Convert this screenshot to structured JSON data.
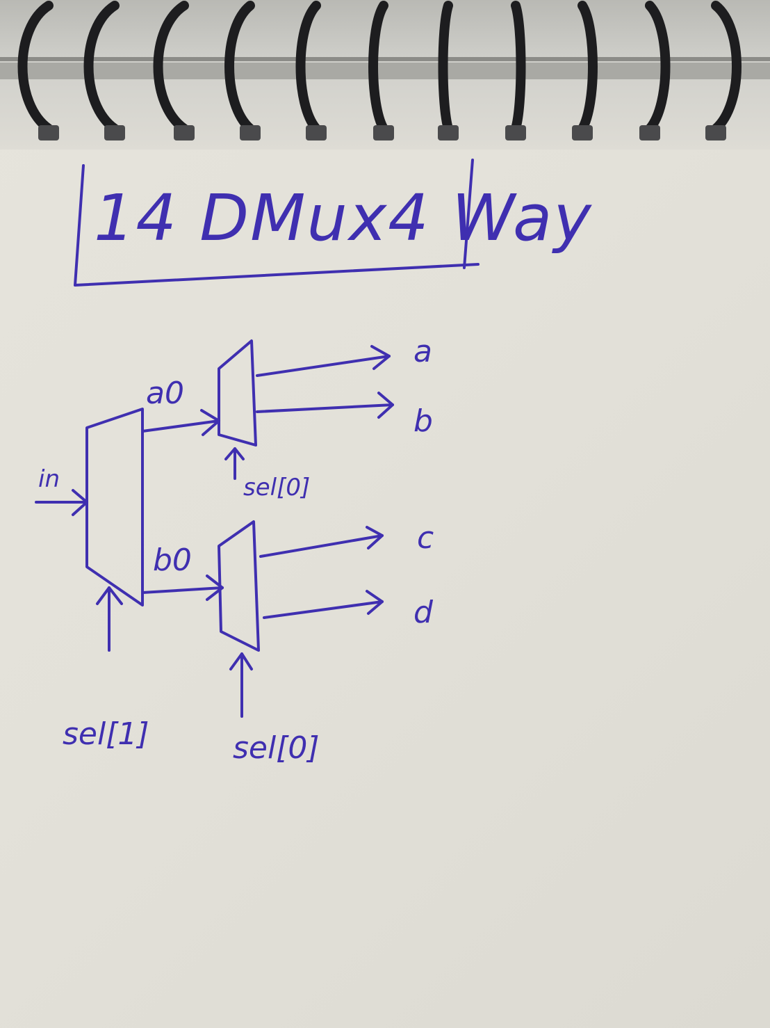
{
  "title": "14 DMux4 Way",
  "labels": {
    "input": "in",
    "wire_a0": "a0",
    "wire_b0": "b0",
    "output_a": "a",
    "output_b": "b",
    "output_c": "c",
    "output_d": "d",
    "sel_top": "sel[0]",
    "sel_first": "sel[1]",
    "sel_bottom": "sel[0]"
  },
  "colors": {
    "ink": "#3f2fb0",
    "paper": "#e4e2da"
  }
}
